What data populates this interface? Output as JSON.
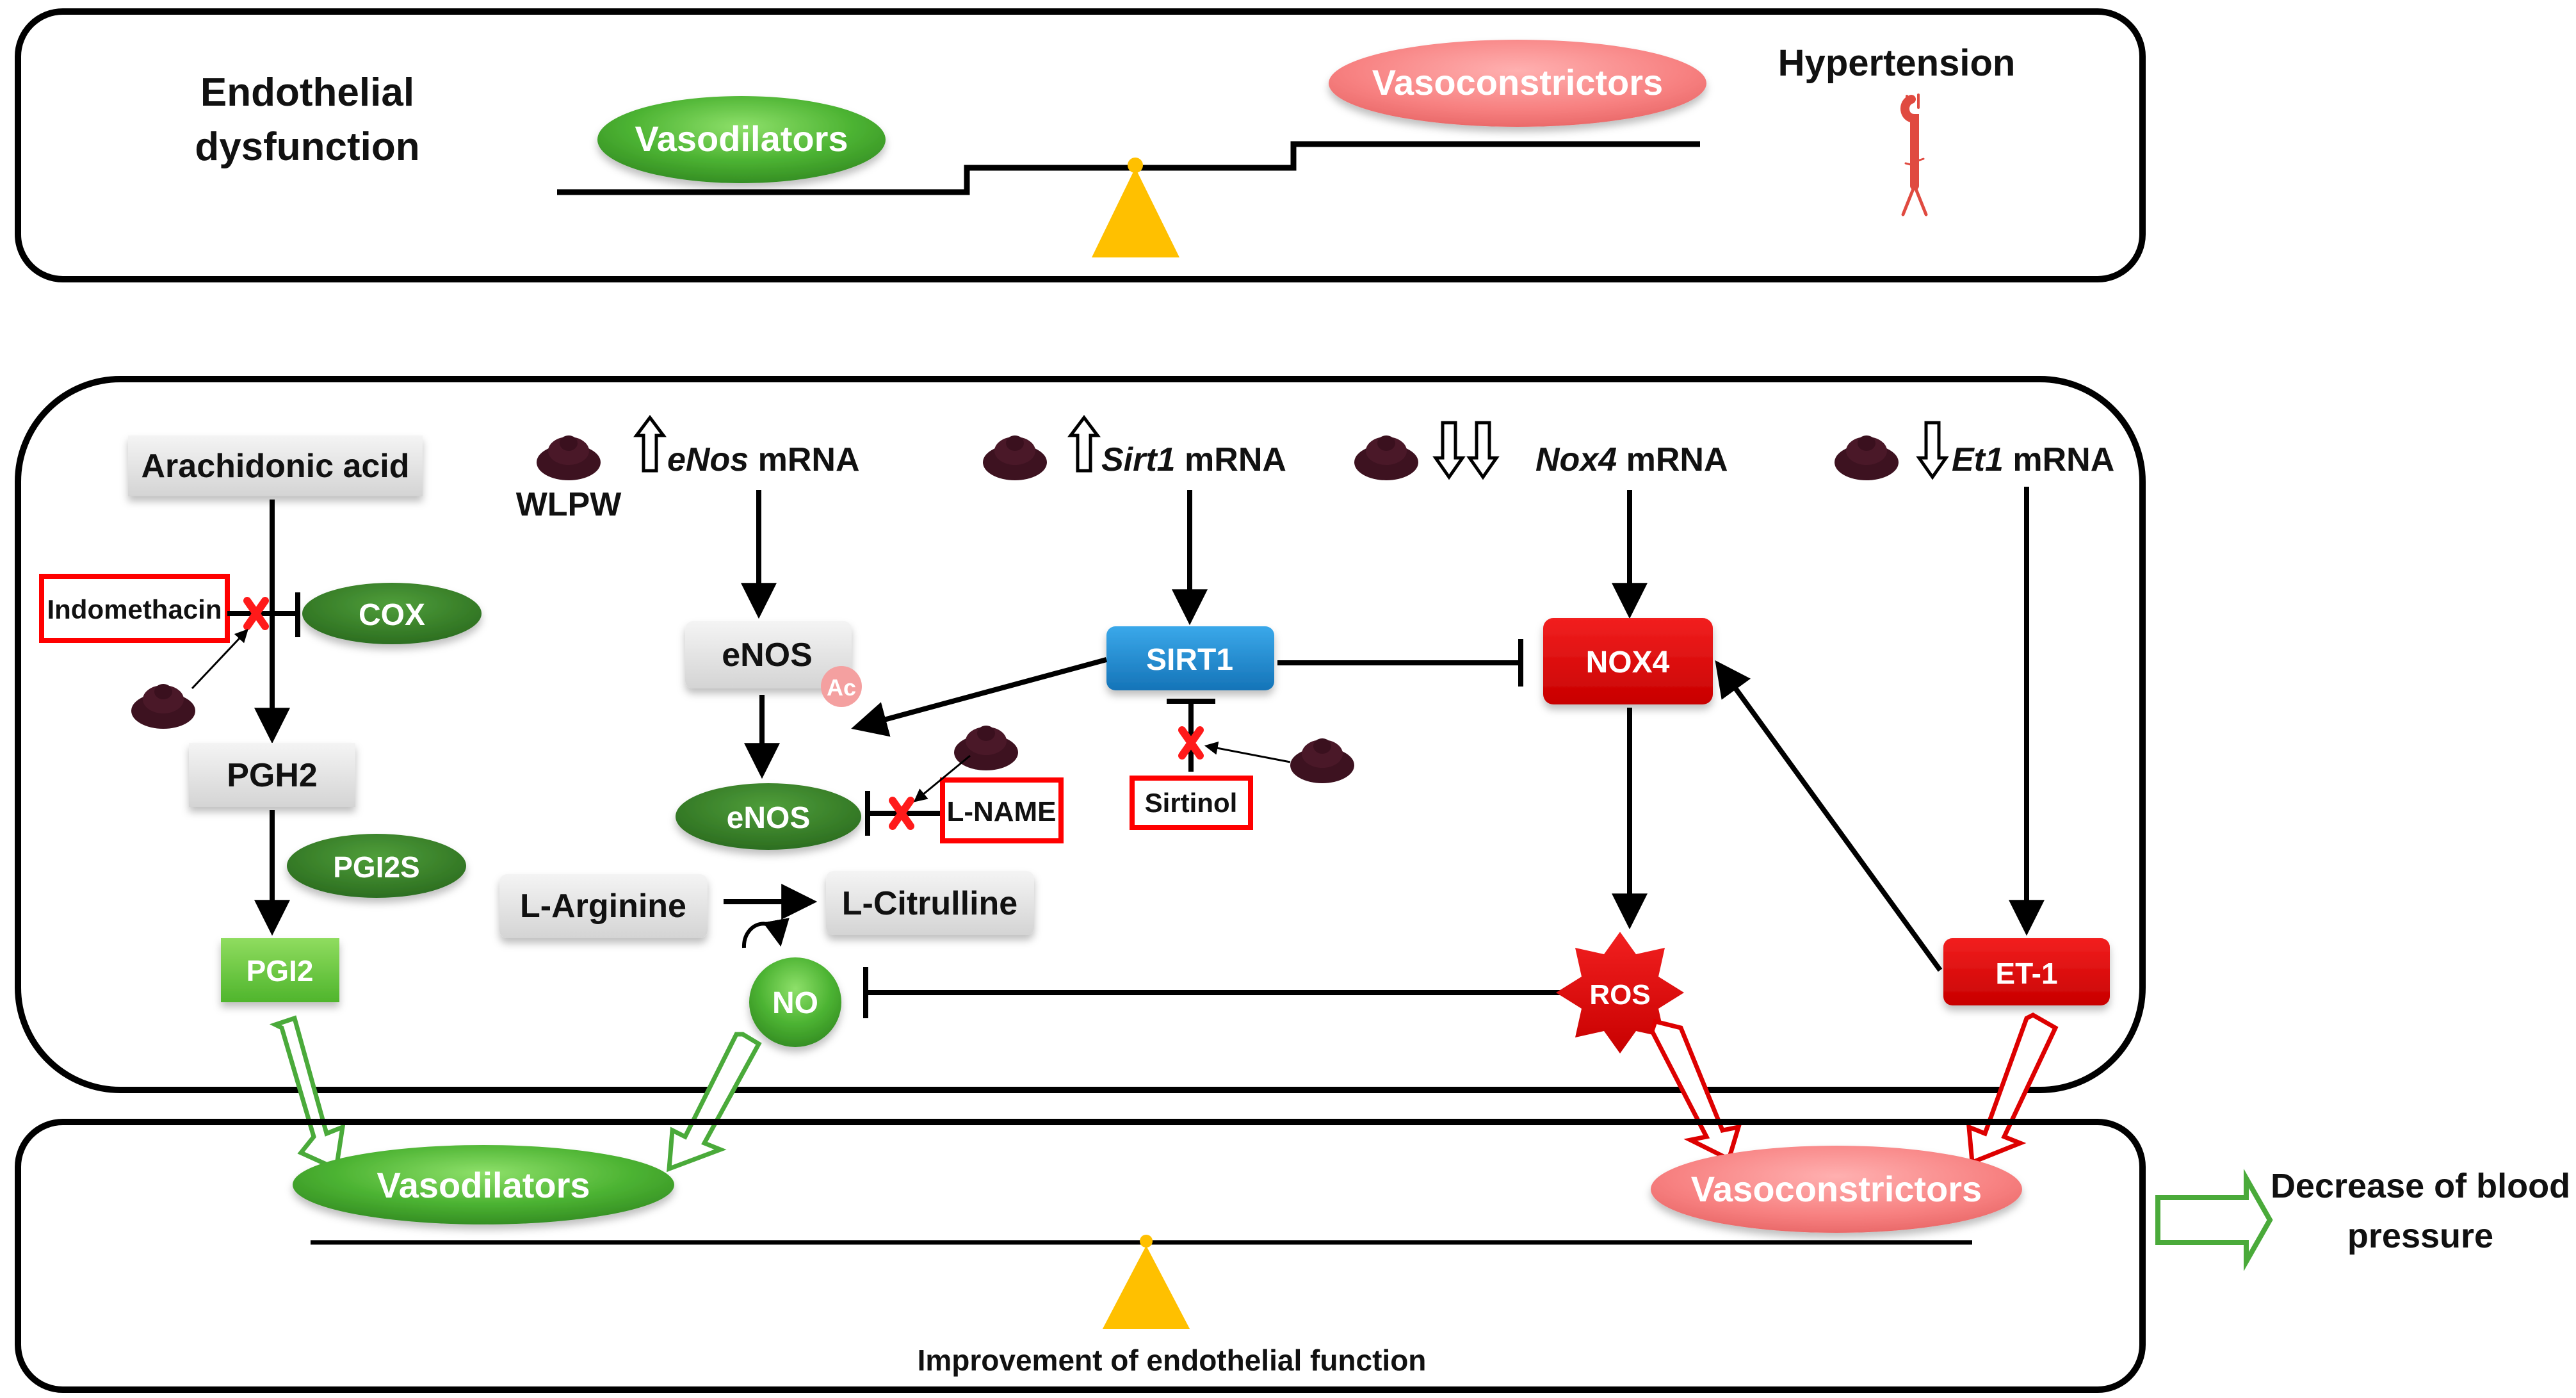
{
  "top_panel": {
    "left_title_line1": "Endothelial",
    "left_title_line2": "dysfunction",
    "vasodilators": "Vasodilators",
    "vasoconstrictors": "Vasoconstrictors",
    "right_title": "Hypertension",
    "aorta_icon": "aorta-icon"
  },
  "pathway": {
    "wlpw_label": "WLPW",
    "mrna": [
      {
        "gene": "eNos",
        "suffix": " mRNA",
        "direction": "up",
        "arrows": 1
      },
      {
        "gene": "Sirt1",
        "suffix": " mRNA",
        "direction": "up",
        "arrows": 1
      },
      {
        "gene": "Nox4",
        "suffix": " mRNA",
        "direction": "down",
        "arrows": 2
      },
      {
        "gene": "Et1",
        "suffix": " mRNA",
        "direction": "down",
        "arrows": 1
      }
    ],
    "nodes": {
      "arachidonic_acid": "Arachidonic acid",
      "indomethacin": "Indomethacin",
      "cox": "COX",
      "pgh2": "PGH2",
      "pgi2s": "PGI2S",
      "pgi2": "PGI2",
      "enos_protein": "eNOS",
      "acetyl": "Ac",
      "enos_active": "eNOS",
      "l_name": "L-NAME",
      "sirt1": "SIRT1",
      "sirtinol": "Sirtinol",
      "l_arginine": "L-Arginine",
      "l_citrulline": "L-Citrulline",
      "no": "NO",
      "nox4": "NOX4",
      "ros": "ROS",
      "et1": "ET-1"
    }
  },
  "bottom_panel": {
    "vasodilators": "Vasodilators",
    "vasoconstrictors": "Vasoconstrictors",
    "caption": "Improvement of  endothelial function"
  },
  "outcome": {
    "line1": "Decrease of blood",
    "line2": "pressure"
  },
  "colors": {
    "green_dark": "#3a8a2a",
    "green_light": "#5cc43a",
    "red": "#e00000",
    "pink": "#f88080",
    "blue": "#1e8fd6",
    "grey": "#e3e3e3",
    "fulcrum": "#ffc000",
    "powder": "#3d1220"
  }
}
